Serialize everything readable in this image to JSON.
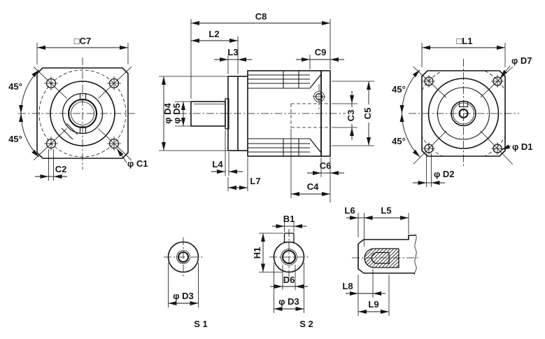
{
  "drawing": {
    "background": "#ffffff",
    "line_color": "#161616",
    "views": {
      "output_flange_front": {
        "dims": {
          "c7": "□C7",
          "angle_top": "45°",
          "angle_bottom": "45°",
          "c2": "C2",
          "c1": "φ C1"
        }
      },
      "side_section": {
        "dims": {
          "c8": "C8",
          "l2": "L2",
          "l3": "L3",
          "c9": "C9",
          "d4": "φ D4",
          "d5": "φ D5",
          "c3": "C3",
          "c5": "C5",
          "l4": "L4",
          "l7": "L7",
          "c6": "C6",
          "c4": "C4"
        }
      },
      "input_flange_front": {
        "dims": {
          "l1": "□L1",
          "d7": "φ D7",
          "angle_top": "45°",
          "angle_bottom": "45°",
          "d1": "φ D1",
          "d2": "φ D2"
        }
      },
      "shaft_section_s1": {
        "label": "S 1",
        "dims": {
          "d3": "φ D3"
        }
      },
      "shaft_section_s2": {
        "label": "S 2",
        "dims": {
          "b1": "B1",
          "h1": "H1",
          "d6": "D6",
          "d3": "φ D3"
        }
      },
      "keyway_section": {
        "dims": {
          "l6": "L6",
          "l5": "L5",
          "l8": "L8",
          "l9": "L9"
        }
      }
    }
  }
}
